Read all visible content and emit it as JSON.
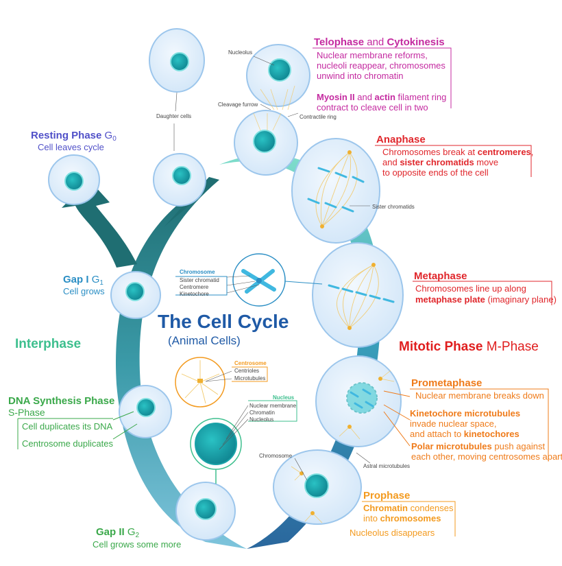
{
  "title": "The Cell Cycle",
  "subtitle": "(Animal Cells)",
  "interphase": {
    "label": "Interphase",
    "g0": {
      "title_main": "Resting Phase ",
      "title_sub": "G",
      "title_subscript": "0",
      "desc": "Cell leaves cycle"
    },
    "g1": {
      "title_main": "Gap I ",
      "title_sub": "G",
      "title_subscript": "1",
      "desc": "Cell grows"
    },
    "s": {
      "title_main": "DNA Synthesis Phase",
      "title_sub": "S-Phase",
      "line1": "Cell duplicates its DNA",
      "line2": "Centrosome duplicates"
    },
    "g2": {
      "title_main": "Gap II ",
      "title_sub": "G",
      "title_subscript": "2",
      "desc": "Cell grows some more"
    }
  },
  "mitotic": {
    "label_main": "Mitotic Phase ",
    "label_sub": "M-Phase",
    "prophase": {
      "title": "Prophase",
      "line1_b": "Chromatin",
      "line1_rest": " condenses",
      "line2_pre": "into ",
      "line2_b": "chromosomes",
      "line3": "Nucleolus disappears"
    },
    "prometaphase": {
      "title": "Prometaphase",
      "line1": "Nuclear membrane breaks down",
      "line2_b": "Kinetochore microtubules",
      "line3": "invade nuclear space,",
      "line4_pre": "and attach to ",
      "line4_b": "kinetochores",
      "line5_b": "Polar microtubules",
      "line5_rest": " push against",
      "line6": "each other, moving centrosomes apart"
    },
    "metaphase": {
      "title": "Metaphase",
      "line1": "Chromosomes line up along",
      "line2_b": "metaphase plate",
      "line2_rest": " (imaginary plane)"
    },
    "anaphase": {
      "title": "Anaphase",
      "line1_pre": "Chromosomes break at ",
      "line1_b": "centromeres",
      "line1_post": ",",
      "line2_pre": "and ",
      "line2_b": "sister chromatids",
      "line2_post": " move",
      "line3": "to opposite ends of the cell"
    },
    "telophase": {
      "title_b1": "Telophase",
      "title_mid": " and ",
      "title_b2": "Cytokinesis",
      "line1": "Nuclear membrane reforms,",
      "line2": "nucleoli reappear, chromosomes",
      "line3": "unwind into chromatin",
      "line4_b1": "Myosin II",
      "line4_mid": " and ",
      "line4_b2": "actin",
      "line4_rest": " filament ring",
      "line5": "contract to cleave cell in two"
    }
  },
  "small_labels": {
    "daughter_cells": "Daughter cells",
    "nucleolus": "Nucleolus",
    "cleavage_furrow": "Cleavage furrow",
    "contractile_ring": "Contractile ring",
    "sister_chromatids": "Sister chromatids",
    "astral_microtubules": "Astral microtubules",
    "chromosome": "Chromosome"
  },
  "legend": {
    "chromosome": {
      "title": "Chromosome",
      "items": [
        "Sister chromatid",
        "Centromere",
        "Kinetochore"
      ]
    },
    "centrosome": {
      "title": "Centrosome",
      "items": [
        "Centrioles",
        "Microtubules"
      ]
    },
    "nucleus": {
      "title": "Nucleus",
      "items": [
        "Nuclear membrane",
        "Chromatin",
        "Nucleolus"
      ]
    }
  },
  "colors": {
    "title": "#1f5aa6",
    "interphase": "#3dbf8e",
    "g0": "#5050c8",
    "g1": "#2a8ec4",
    "s": "#3aa84a",
    "g2": "#3aa84a",
    "mitotic": "#e01e1e",
    "prophase": "#f39a1e",
    "prometaphase": "#ef7b1a",
    "metaphase": "#e0262b",
    "anaphase": "#e0262b",
    "telophase": "#c42aa0",
    "cell_fill": "#dcecfb",
    "cell_stroke": "#9cc6ec",
    "nucleus": "#1aa3a8",
    "chromosome": "#40b8e0",
    "spindle": "#f2c96a"
  }
}
